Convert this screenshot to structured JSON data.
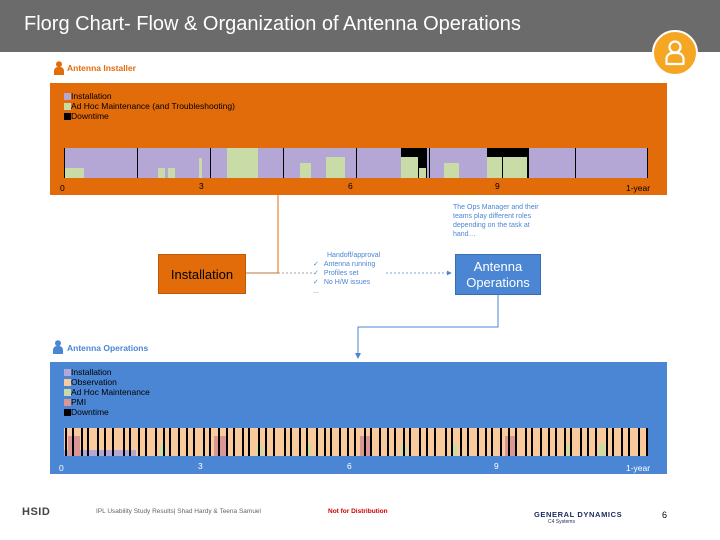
{
  "title": "Florg Chart- Flow & Organization of Antenna Operations",
  "installer": {
    "heading": "Antenna Installer",
    "legend": [
      {
        "label": "Installation",
        "color": "#b4a7d6"
      },
      {
        "label": "Ad Hoc Maintenance (and Troubleshooting)",
        "color": "#c9dca7"
      },
      {
        "label": "Downtime",
        "color": "#000000"
      }
    ],
    "ticks": [
      "0",
      "3",
      "6",
      "9",
      "1-year"
    ]
  },
  "operations": {
    "heading": "Antenna Operations",
    "legend": [
      {
        "label": "Installation",
        "color": "#b4a7d6"
      },
      {
        "label": "Observation",
        "color": "#f9cb9c"
      },
      {
        "label": "Ad Hoc Maintenance",
        "color": "#c9dca7"
      },
      {
        "label": "PMI",
        "color": "#d99694"
      },
      {
        "label": "Downtime",
        "color": "#000000"
      }
    ],
    "ticks": [
      "0",
      "3",
      "6",
      "9",
      "1-year"
    ]
  },
  "nodes": {
    "installation": "Installation",
    "operations": "Antenna Operations"
  },
  "ops_note": "The Ops Manager and their teams play different roles depending on the task at hand…",
  "handoff": {
    "title": "Handoff/approval",
    "items": [
      "Antenna running",
      "Profiles set",
      "No H/W issues"
    ],
    "check": "✓",
    "more": "..."
  },
  "footer": {
    "logo": "HSID",
    "credit": "IPL Usability Study Results| Shad Hardy & Teena Samuel",
    "notice": "Not for Distribution",
    "company": "GENERAL DYNAMICS",
    "company_sub": "C4 Systems",
    "page": "6"
  }
}
